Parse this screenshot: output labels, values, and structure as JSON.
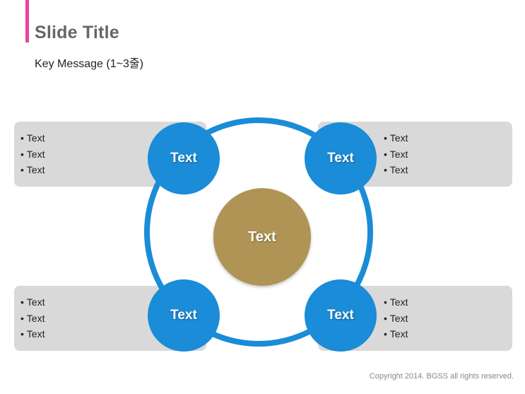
{
  "slide": {
    "title": "Slide Title",
    "key_message": "Key Message (1~3줄)",
    "copyright": "Copyright 2014. BGSS all rights reserved."
  },
  "diagram": {
    "center": {
      "label": "Text",
      "color": "#b09456"
    },
    "nodes": [
      {
        "label": "Text",
        "color": "#1a8cd8"
      },
      {
        "label": "Text",
        "color": "#1a8cd8"
      },
      {
        "label": "Text",
        "color": "#1a8cd8"
      },
      {
        "label": "Text",
        "color": "#1a8cd8"
      }
    ],
    "panels": [
      {
        "bullets": [
          "Text",
          "Text",
          "Text"
        ]
      },
      {
        "bullets": [
          "Text",
          "Text",
          "Text"
        ]
      },
      {
        "bullets": [
          "Text",
          "Text",
          "Text"
        ]
      },
      {
        "bullets": [
          "Text",
          "Text",
          "Text"
        ]
      }
    ]
  },
  "colors": {
    "accent": "#e8439c",
    "ring": "#1a8cd8",
    "panel": "#d9d9d9"
  }
}
